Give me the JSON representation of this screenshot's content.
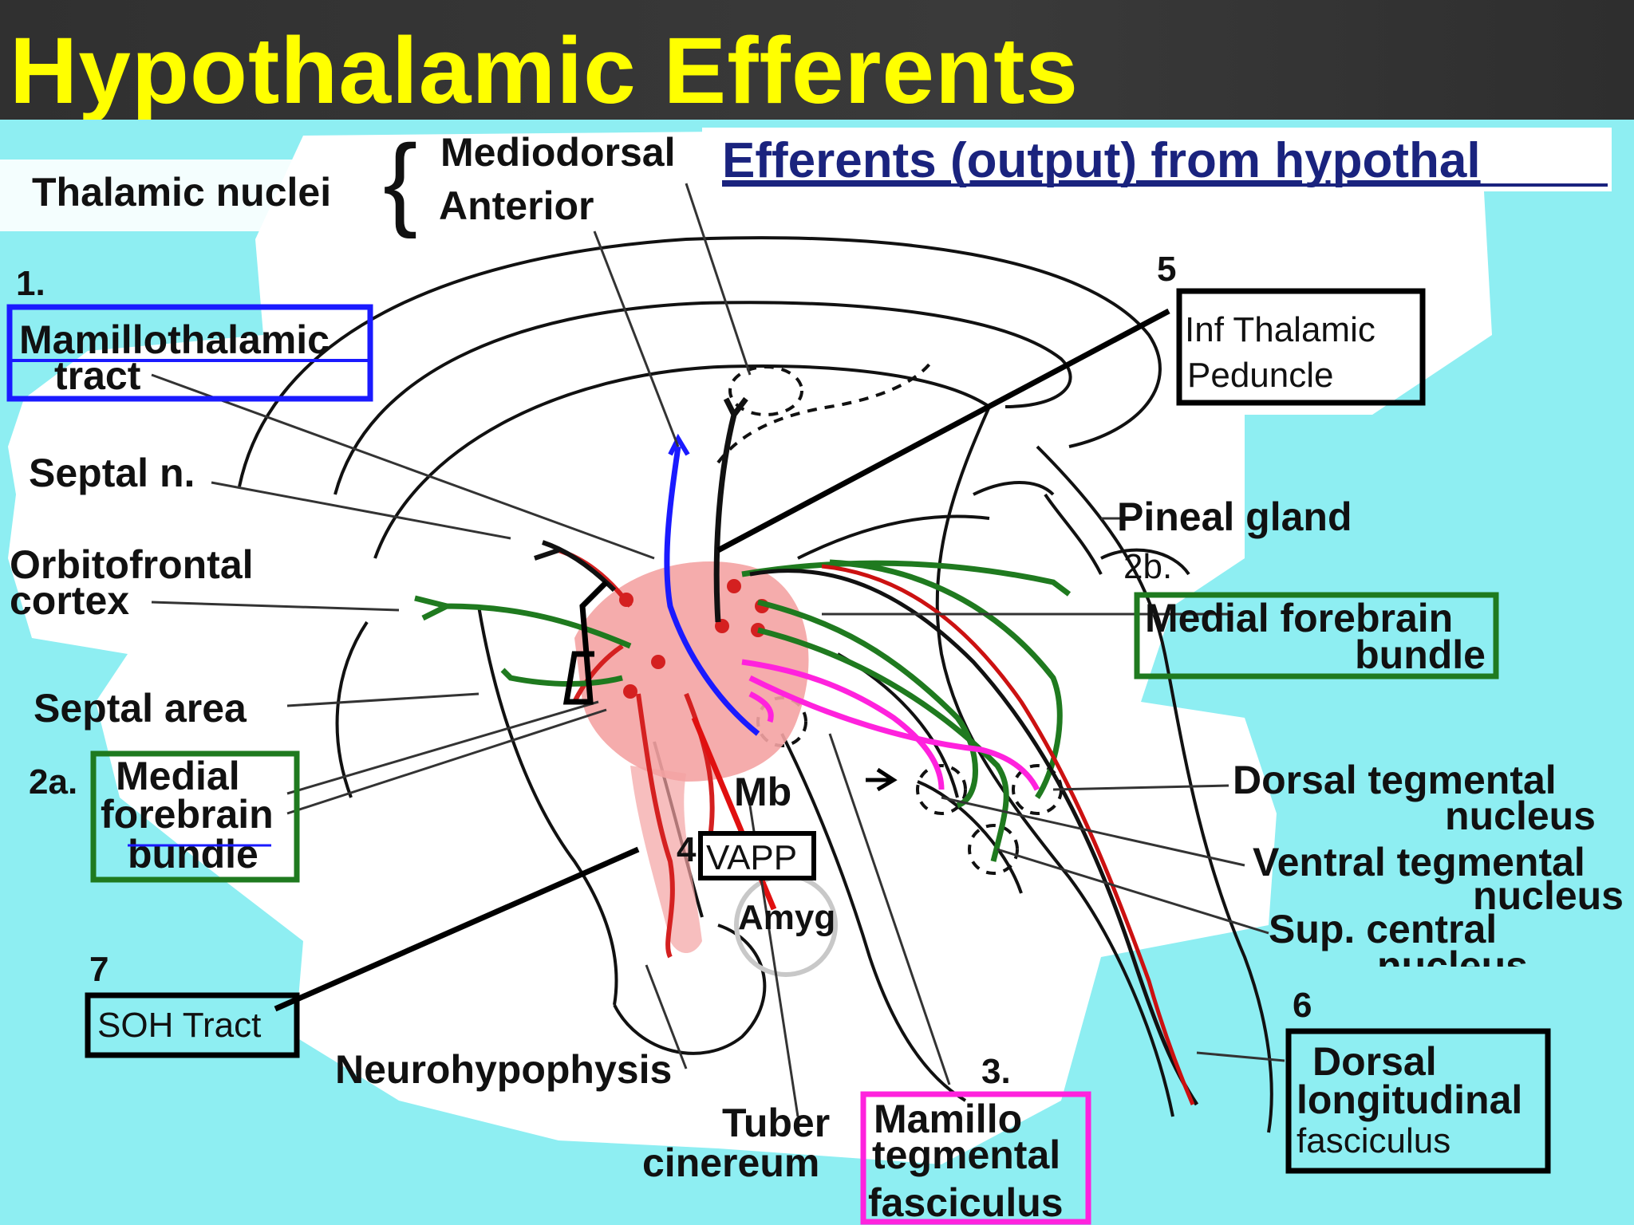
{
  "title": "Hypothalamic Efferents",
  "header_link": "Efferents (output) from hypothal",
  "thalamic": {
    "label": "Thalamic nuclei",
    "mediodorsal": "Mediodorsal",
    "anterior": "Anterior"
  },
  "labels": {
    "num1": "1.",
    "mamillothalamic_line1": "Mamillothalamic",
    "mamillothalamic_line2": "tract",
    "septal_n": "Septal n.",
    "orbitofrontal_line1": "Orbitofrontal",
    "orbitofrontal_line2": "cortex",
    "septal_area": "Septal area",
    "num2a": "2a.",
    "mfb_a_line1": "Medial",
    "mfb_a_line2": "forebrain",
    "mfb_a_line3": "bundle",
    "num7": "7",
    "soh": "SOH Tract",
    "neurohypophysis": "Neurohypophysis",
    "tuber_line1": "Tuber",
    "tuber_line2": "cinereum",
    "num3": "3.",
    "mtf_line1": "Mamillo",
    "mtf_line2": "tegmental",
    "mtf_line3": "fasciculus",
    "mb": "Mb",
    "num4": "4",
    "vapp": "VAPP",
    "amyg": "Amyg",
    "num5": "5",
    "itp_line1": "Inf Thalamic",
    "itp_line2": "Peduncle",
    "pineal": "Pineal gland",
    "num2b": "2b.",
    "mfb_b_line1": "Medial forebrain",
    "mfb_b_line2": "bundle",
    "dtn_line1": "Dorsal tegmental",
    "dtn_line2": "nucleus",
    "vtn_line1": "Ventral tegmental",
    "vtn_line2": "nucleus",
    "scn_line1": "Sup. central",
    "scn_line2": "nucleus",
    "num6": "6",
    "dlf_line1": "Dorsal",
    "dlf_line2": "longitudinal",
    "dlf_line3": "fasciculus"
  },
  "colors": {
    "title": "#ffff00",
    "background": "#8eeef2",
    "mamillothalamic": "#1a1aff",
    "mfb": "#1f7a1f",
    "mamillotegmental": "#ff22dd",
    "hypothalamus": "#f4a3a3",
    "dlf": "#cc1111",
    "box_black": "#000000"
  }
}
